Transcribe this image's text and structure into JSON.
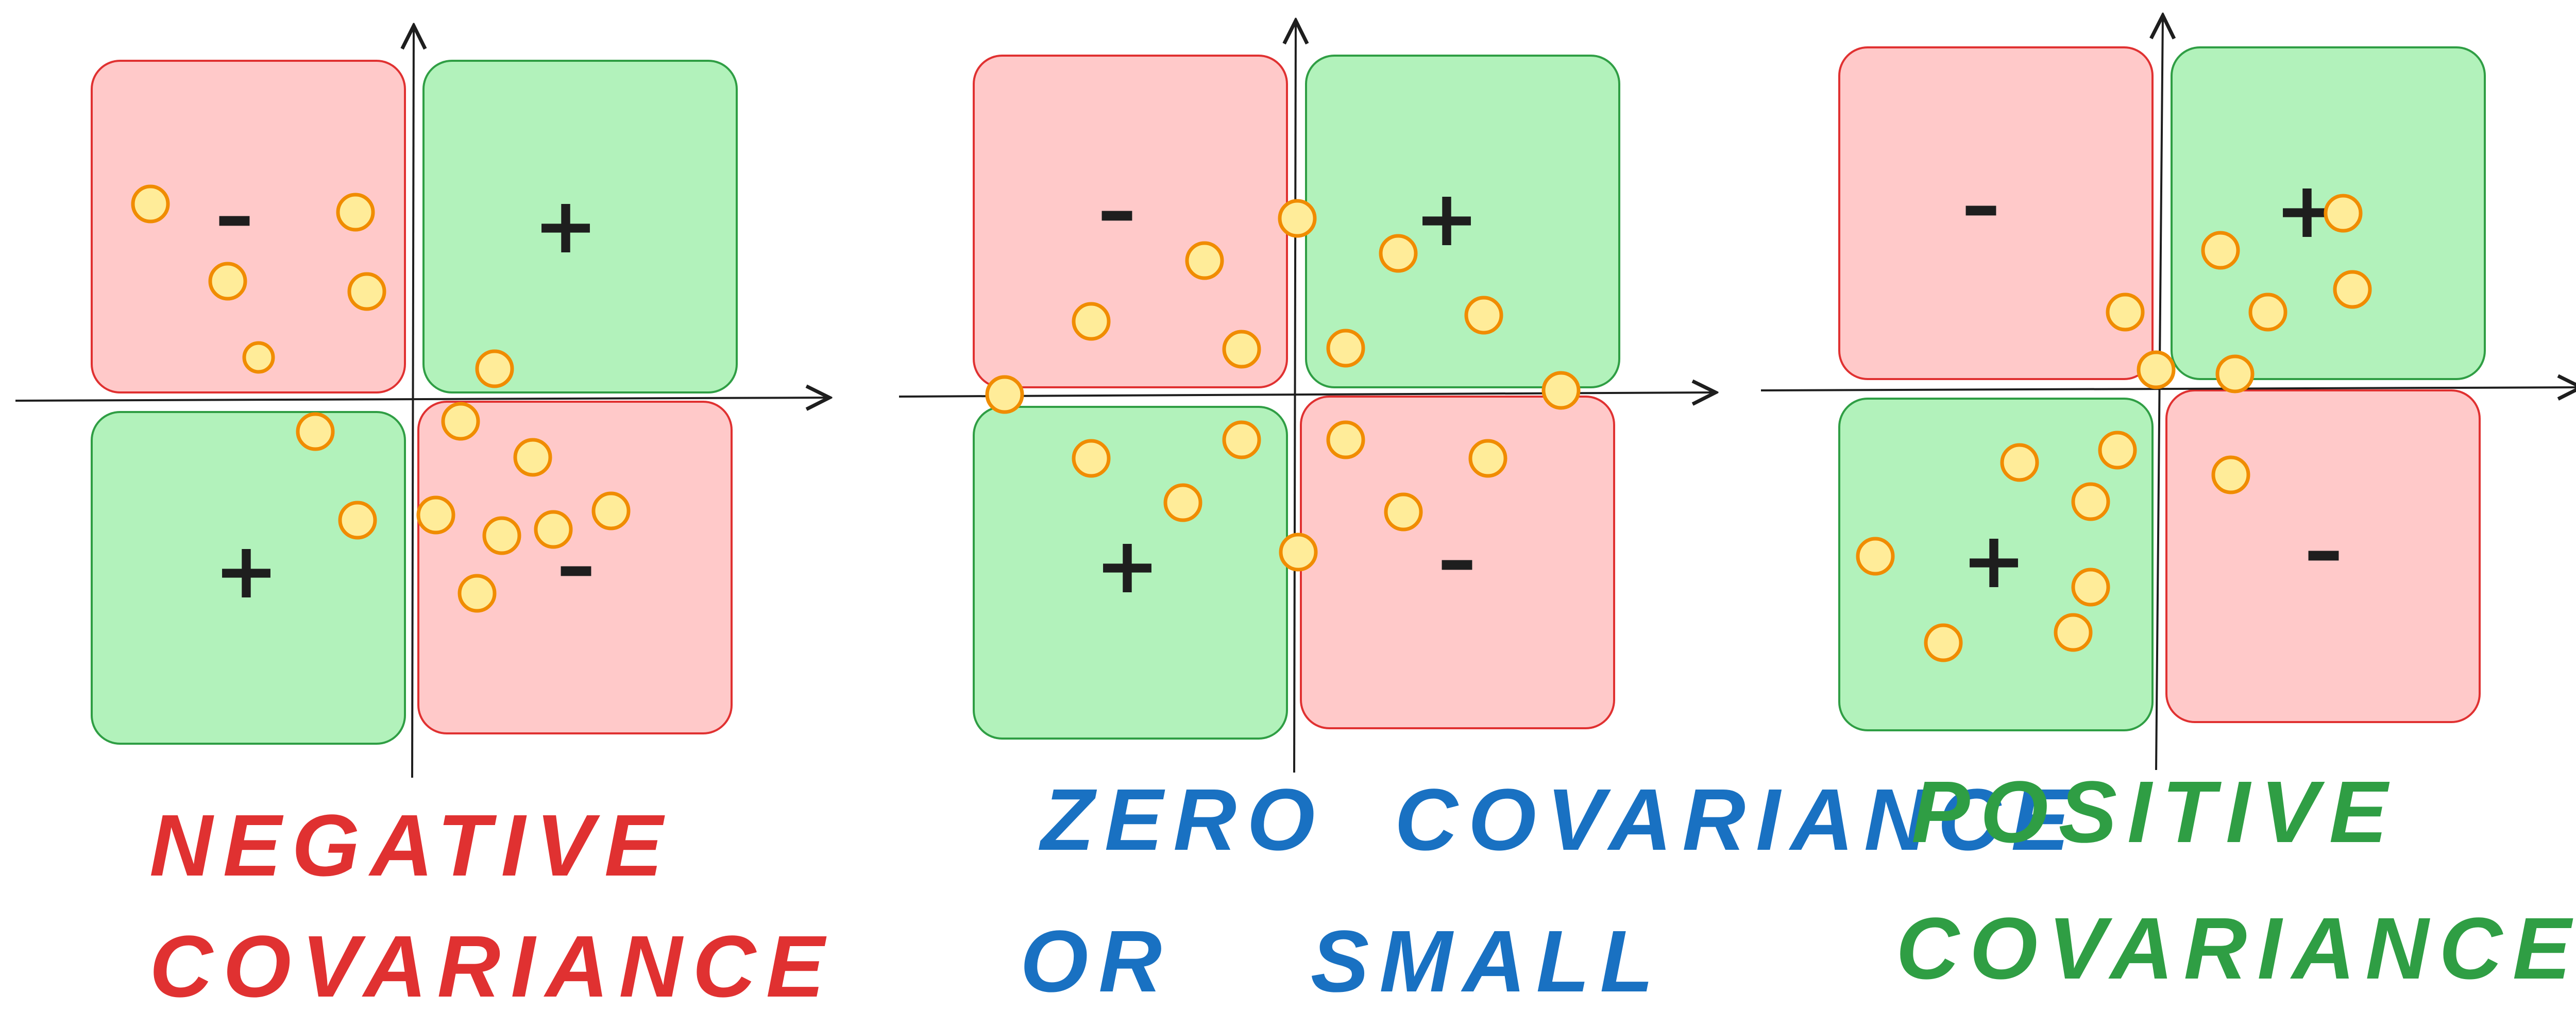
{
  "colors": {
    "positive_fill": "#b2f2bb",
    "positive_stroke": "#2f9e44",
    "negative_fill": "#ffc9c9",
    "negative_stroke": "#e03131",
    "point_fill": "#ffec99",
    "point_stroke": "#f08c00",
    "axis": "#1e1e1e",
    "sign": "#1e1e1e"
  },
  "panels": [
    {
      "id": "negative",
      "quadrant_signs": {
        "top_left": "–",
        "top_right": "+",
        "bottom_left": "+",
        "bottom_right": "–"
      },
      "caption_lines": [
        "NEGATIVE",
        "COVARIANCE"
      ],
      "caption_color": "#e03131"
    },
    {
      "id": "zero",
      "quadrant_signs": {
        "top_left": "–",
        "top_right": "+",
        "bottom_left": "+",
        "bottom_right": "–"
      },
      "caption_lines": [
        "ZERO  COVARIANCE",
        "OR    SMALL"
      ],
      "caption_color": "#1971c2"
    },
    {
      "id": "positive",
      "quadrant_signs": {
        "top_left": "–",
        "top_right": "+",
        "bottom_left": "+",
        "bottom_right": "–"
      },
      "caption_lines": [
        "POSITIVE",
        "COVARIANCE"
      ],
      "caption_color": "#2f9e44"
    }
  ]
}
